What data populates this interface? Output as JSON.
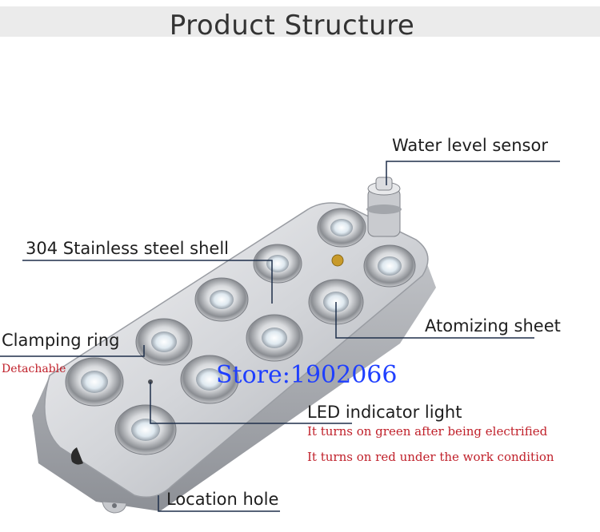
{
  "title": "Product Structure",
  "labels": {
    "water_level_sensor": "Water level sensor",
    "stainless_shell": "304 Stainless steel shell",
    "clamping_ring": "Clamping ring",
    "detachable": "Detachable",
    "atomizing_sheet": "Atomizing sheet",
    "led_indicator": "LED indicator light",
    "led_note_green": "It turns on green after being electrified",
    "led_note_red": "It turns on red under the work condition",
    "location_hole": "Location hole"
  },
  "watermark": "Store:1902066",
  "colors": {
    "leader_line": "#1e2f4a",
    "note_red": "#c0202a",
    "watermark_blue": "#1f3fff",
    "title_bar": "#ebebeb"
  }
}
